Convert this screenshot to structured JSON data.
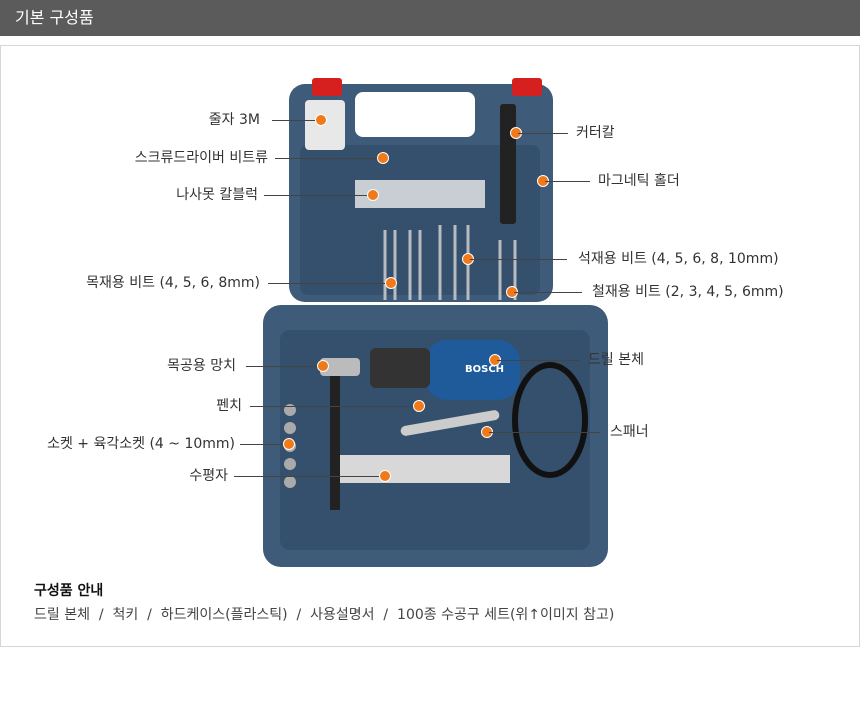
{
  "header": {
    "title": "기본 구성품"
  },
  "labels": {
    "tape": "줄자 3M",
    "screw_bits": "스크류드라이버 비트류",
    "anchor": "나사못 칼블럭",
    "wood_bits": "목재용 비트 (4, 5, 6, 8mm)",
    "hammer": "목공용 망치",
    "pliers": "펜치",
    "socket": "소켓 + 육각소켓 (4 ~ 10mm)",
    "level": "수평자",
    "cutter": "커터칼",
    "magnetic": "마그네틱 홀더",
    "stone_bits": "석재용 비트 (4, 5, 6, 8, 10mm)",
    "steel_bits": "철재용 비트 (2, 3, 4, 5, 6mm)",
    "drill": "드릴 본체",
    "spanner": "스패너"
  },
  "info": {
    "title": "구성품 안내",
    "text": "드릴 본체  /  척키  /  하드케이스(플라스틱)  /  사용설명서  /  100종 수공구 세트(위↑이미지 참고)"
  },
  "product": {
    "brand": "BOSCH"
  },
  "colors": {
    "header": "#5b5b5b",
    "accent": "#f07a1a",
    "case": "#3e5b79"
  }
}
